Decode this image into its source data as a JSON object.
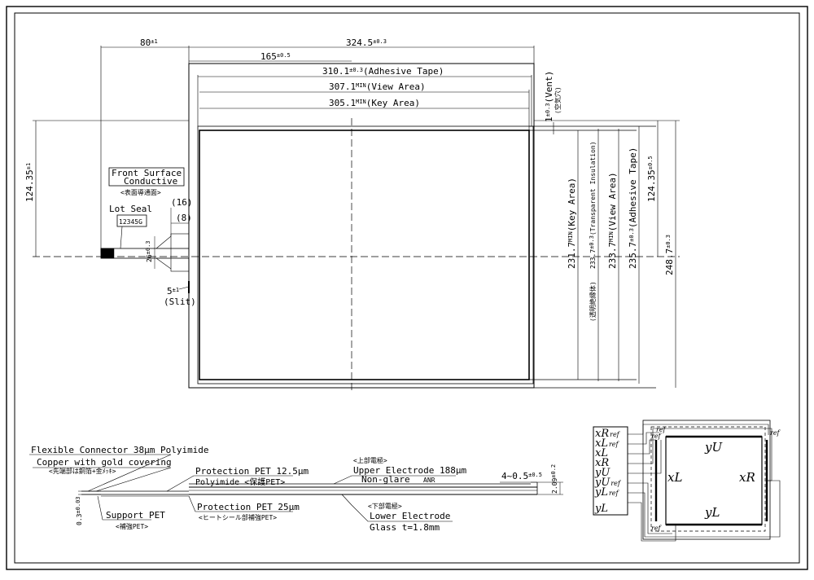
{
  "top_view": {
    "dim_fpc_length": "80",
    "dim_fpc_length_tol": "±1",
    "dim_overall_width": "324.5",
    "dim_overall_width_tol": "±0.3",
    "dim_fpc_offset": "165",
    "dim_fpc_offset_tol": "±0.5",
    "dim_adhesive_width": "310.1",
    "dim_adhesive_width_tol": "±0.3",
    "dim_adhesive_width_label": "(Adhesive  Tape)",
    "dim_view_width": "307.1",
    "dim_view_width_tol": "MIN",
    "dim_view_width_label": "(View Area)",
    "dim_key_width": "305.1",
    "dim_key_width_tol": "MIN",
    "dim_key_width_label": "(Key Area)",
    "dim_vent": "1",
    "dim_vent_tol": "±0.3",
    "dim_vent_label": "(Vent)",
    "dim_vent_label_jp": "(空気穴)",
    "dim_left_half_height": "124.35",
    "dim_left_half_height_tol": "±1",
    "front_surface_line1": "Front  Surface",
    "front_surface_line2": "Conductive",
    "front_surface_jp": "<表面導通面>",
    "dim_16": "(16)",
    "dim_8": "(8)",
    "lot_seal_label": "Lot Seal",
    "lot_seal_value": "12345G",
    "dim_26": "26",
    "dim_26_tol": "±0.3",
    "dim_slit": "5",
    "dim_slit_tol": "±1",
    "slit_label": "(Slit)",
    "dim_key_height": "231.7",
    "dim_key_height_tol": "MIN",
    "dim_key_height_label": "(Key Area)",
    "dim_insul_height": "233.7",
    "dim_insul_height_tol": "±0.3",
    "dim_insul_height_label": "(Transparent Insulation)",
    "dim_insul_height_jp": "(透明絶縁体)",
    "dim_view_height": "233.7",
    "dim_view_height_tol": "MIN",
    "dim_view_height_label": "(View Area)",
    "dim_adhesive_height": "235.7",
    "dim_adhesive_height_tol": "±0.3",
    "dim_adhesive_height_label": "(Adhesive  Tape)",
    "dim_right_half_height": "124.35",
    "dim_right_half_height_tol": "±0.5",
    "dim_overall_height": "248.7",
    "dim_overall_height_tol": "±0.3"
  },
  "section_view": {
    "flex_connector": "Flexible Connector  38",
    "flex_connector_unit": "μm",
    "flex_connector_material": " Polyimide",
    "copper": "Copper  with  gold  covering",
    "copper_jp": "<先端部は銅箔+金ﾒｯｷ>",
    "protection_pet_top": "Protection PET 12.5",
    "protection_pet_top_unit": "μm",
    "polyimide": "Polyimide <保護PET>",
    "upper_electrode_jp": "<上部電極>",
    "upper_electrode": "Upper Electrode 188",
    "upper_electrode_unit": "μm",
    "non_glare": "Non-glare",
    "anr": "ANR",
    "dim_thickness_edge": "4~0.5",
    "dim_thickness_edge_tol": "±0.5",
    "dim_total_thickness": "2.09",
    "dim_total_thickness_tol": "±0.2",
    "dim_fpc_thickness": "0.3",
    "dim_fpc_thickness_tol": "±0.03",
    "support_pet": "Support PET",
    "support_pet_jp": "<補強PET>",
    "protection_pet_bottom": "Protection PET 25",
    "protection_pet_bottom_unit": "μm",
    "protection_pet_bottom_jp": "<ヒートシール部補強PET>",
    "lower_electrode_jp": "<下部電極>",
    "lower_electrode": "Lower Electrode",
    "glass": "Glass  t=1.8",
    "glass_unit": "mm"
  },
  "pinout": {
    "pins": [
      {
        "name": "xR",
        "sub": "ref"
      },
      {
        "name": "xL",
        "sub": "ref"
      },
      {
        "name": "xL",
        "sub": ""
      },
      {
        "name": "xR",
        "sub": ""
      },
      {
        "name": "yU",
        "sub": ""
      },
      {
        "name": "yU",
        "sub": "ref"
      },
      {
        "name": "yL",
        "sub": "ref"
      },
      {
        "name": "yL",
        "sub": ""
      }
    ],
    "label_top": "yU",
    "label_bottom": "yL",
    "label_left": "xL",
    "label_right": "xR",
    "ref_marks": [
      "ref",
      "ref",
      "ref",
      "ref"
    ]
  }
}
